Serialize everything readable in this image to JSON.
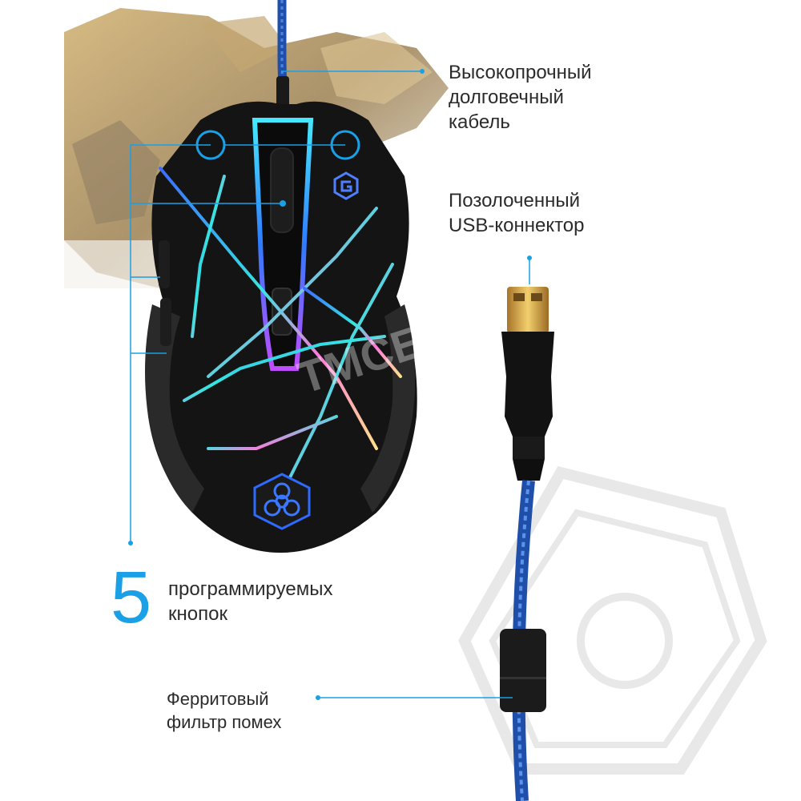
{
  "callouts": {
    "cable": {
      "lines": [
        "Высокопрочный",
        "долговечный",
        "кабель"
      ]
    },
    "usb": {
      "lines": [
        "Позолоченный",
        "USB-коннектор"
      ]
    },
    "buttons": {
      "number": "5",
      "lines": [
        "программируемых",
        "кнопок"
      ]
    },
    "ferrite": {
      "lines": [
        "Ферритовый",
        "фильтр помех"
      ]
    }
  },
  "watermark": "TMCELL",
  "colors": {
    "accent": "#1aa0e6",
    "cable": "#1f4fa8",
    "mouse_body": "#141414",
    "text": "#2b2b2b"
  },
  "icons": [
    "biohazard-icon",
    "defender-logo-icon"
  ]
}
